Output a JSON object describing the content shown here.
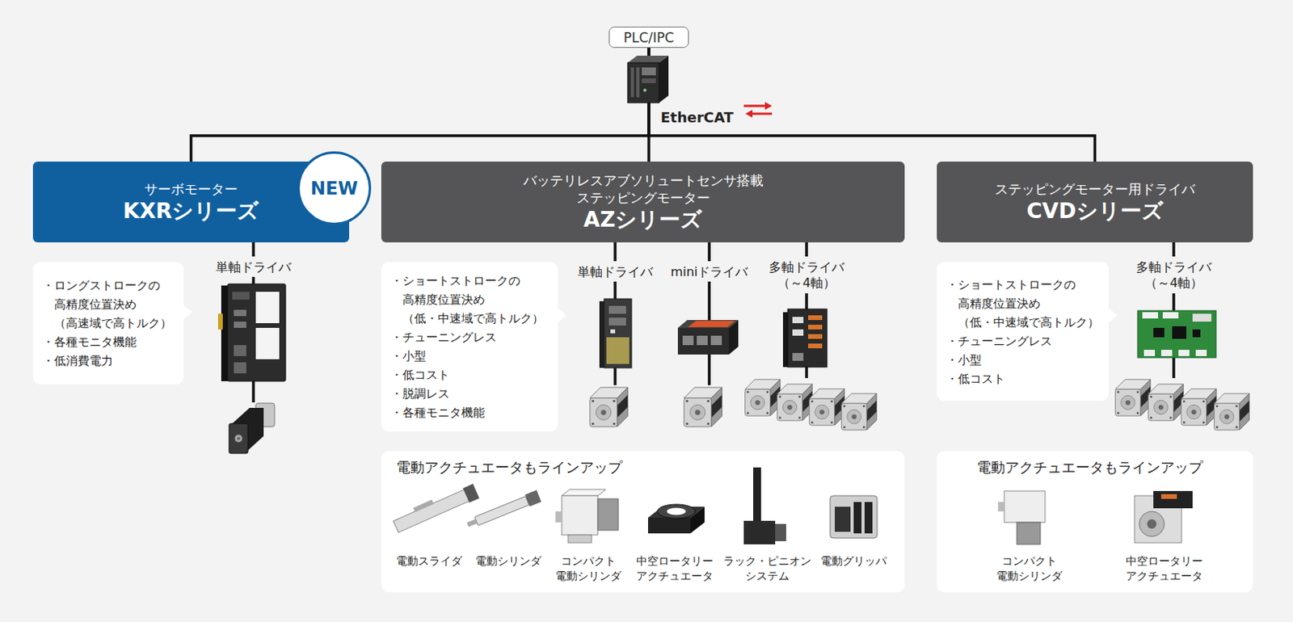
{
  "diagram": {
    "nodes": [
      {
        "text": [
          "PLC/IPC"
        ]
      },
      {
        "text": [
          "サーボモーター",
          "KXRシリーズ"
        ]
      },
      {
        "text": [
          "NEW"
        ]
      },
      {
        "text": [
          "・ロングストロークの 高精度位置決め （高速域で高トルク）",
          "・各種モニタ機能",
          "・低消費電力"
        ]
      },
      {
        "text": [
          "バッテリレスアブソリュートセンサ搭載 ステッピングモーター",
          "AZシリーズ"
        ]
      },
      {
        "text": [
          "・ショートストロークの 高精度位置決め （低・中速域で高トルク）",
          "・チューニングレス",
          "・小型",
          "・低コスト",
          "・脱調レス",
          "・各種モニタ機能"
        ]
      },
      {
        "text": [
          "電動アクチュエータもラインアップ",
          "電動スライダ",
          "電動シリンダ",
          "コンパクト 電動シリンダ",
          "中空ロータリー アクチュエータ",
          "ラック・ピニオン システム",
          "電動グリッパ"
        ]
      },
      {
        "text": [
          "ステッピングモーター用ドライバ",
          "CVDシリーズ"
        ]
      },
      {
        "text": [
          "・ショートストロークの 高精度位置決め （低・中速域で高トルク）",
          "・チューニングレス",
          "・小型",
          "・低コスト"
        ]
      },
      {
        "text": [
          "電動アクチュエータもラインアップ",
          "コンパクト 電動シリンダ",
          "中空ロータリー アクチュエータ"
        ]
      }
    ],
    "edges": [
      {
        "from": 0,
        "to": 1,
        "arrow": "none"
      },
      {
        "from": 0,
        "to": 4,
        "arrow": "none"
      },
      {
        "from": 0,
        "to": 7,
        "arrow": "none"
      }
    ],
    "labels": [
      "EtherCAT",
      "単軸ドライバ",
      "単軸ドライバ",
      "miniドライバ",
      "多軸ドライバ （～4軸）",
      "多軸ドライバ （～4軸）"
    ]
  }
}
